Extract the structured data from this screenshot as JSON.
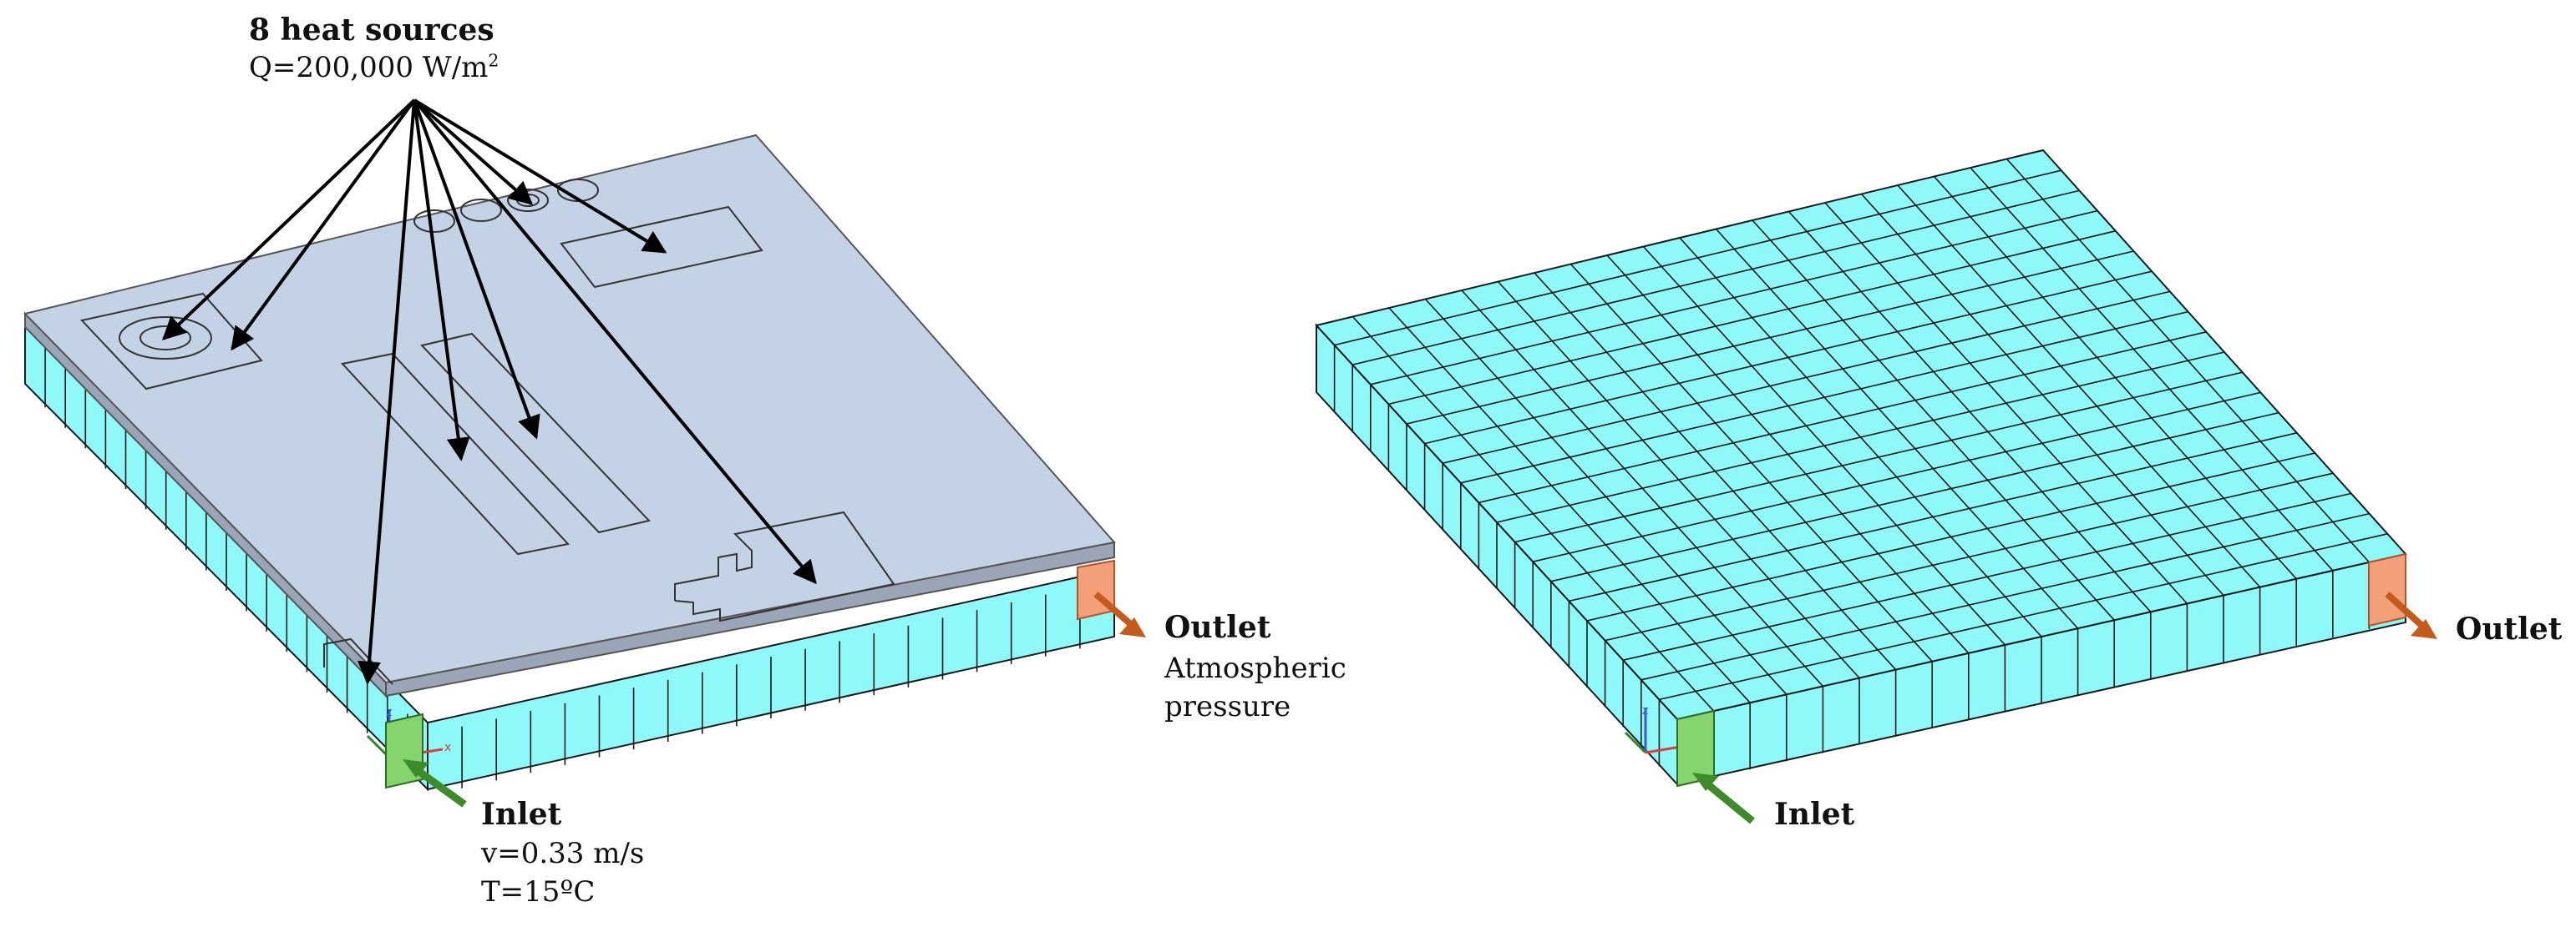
{
  "left_panel": {
    "heat_sources": {
      "title": "8 heat sources",
      "value_prefix": "Q=200,000 W/m",
      "value_exp": "2"
    },
    "outlet": {
      "title": "Outlet",
      "line1": "Atmospheric",
      "line2": "pressure"
    },
    "inlet": {
      "title": "Inlet",
      "line1": "v=0.33 m/s",
      "line2": "T=15ºC"
    }
  },
  "right_panel": {
    "outlet_title": "Outlet",
    "inlet_title": "Inlet"
  },
  "colors": {
    "cell_fill": "#8ff8f8",
    "plate_top": "#c4d2e6",
    "plate_edge": "#9aa6b8",
    "inlet": "#86d46e",
    "inlet_arrow": "#3f8a2a",
    "outlet": "#f2a07a",
    "outlet_arrow": "#c45a1c",
    "line": "#1a1a1a"
  }
}
